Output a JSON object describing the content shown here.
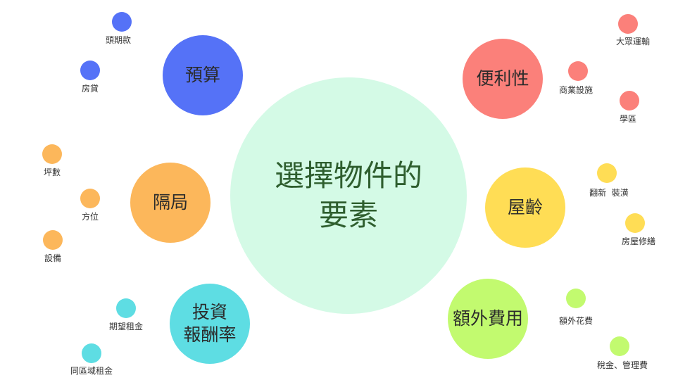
{
  "center": {
    "label_line1": "選擇物件的",
    "label_line2": "要素",
    "color": "#d4fae6"
  },
  "categories": [
    {
      "key": "budget",
      "label_line1": "預算",
      "label_line2": "",
      "color": "#5572f7",
      "items": [
        "頭期款",
        "房貸"
      ]
    },
    {
      "key": "layout",
      "label_line1": "隔局",
      "label_line2": "",
      "color": "#fcb75b",
      "items": [
        "坪數",
        "方位",
        "設備"
      ]
    },
    {
      "key": "roi",
      "label_line1": "投資",
      "label_line2": "報酬率",
      "color": "#5edde3",
      "items": [
        "期望租金",
        "同區域租金"
      ]
    },
    {
      "key": "convenience",
      "label_line1": "便利性",
      "label_line2": "",
      "color": "#fb807a",
      "items": [
        "大眾運輸",
        "商業設施",
        "學區"
      ]
    },
    {
      "key": "age",
      "label_line1": "屋齡",
      "label_line2": "",
      "color": "#ffdd55",
      "items": [
        "翻新  裝潢",
        "房屋修繕"
      ]
    },
    {
      "key": "extra",
      "label_line1": "額外費用",
      "label_line2": "",
      "color": "#c2fa6f",
      "items": [
        "額外花費",
        "稅金、管理費"
      ]
    }
  ]
}
